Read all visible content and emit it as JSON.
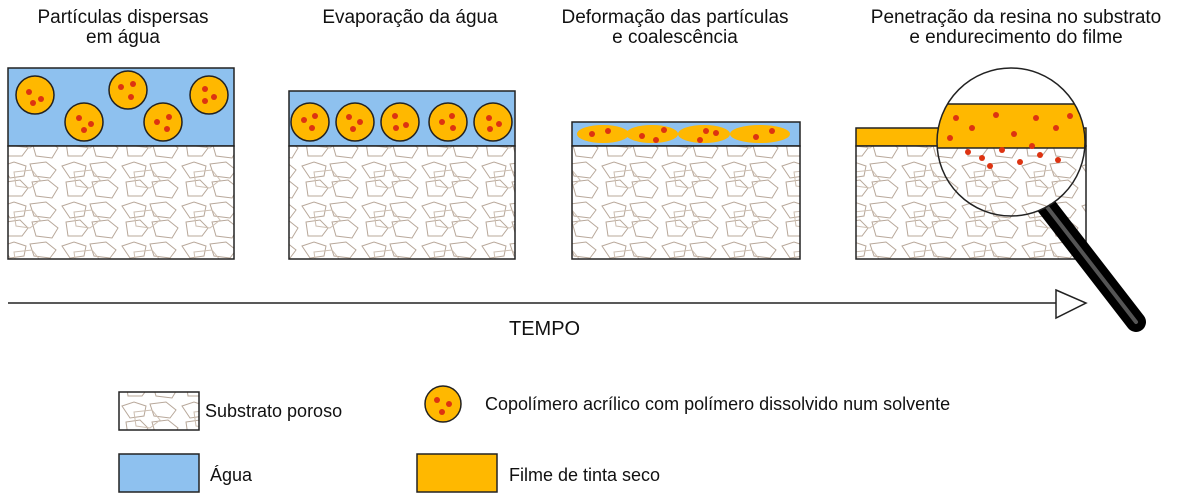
{
  "stages": [
    {
      "title_line1": "Partículas dispersas",
      "title_line2": "em água"
    },
    {
      "title_line1": "Evaporação da água",
      "title_line2": ""
    },
    {
      "title_line1": "Deformação das partículas",
      "title_line2": "e coalescência"
    },
    {
      "title_line1": "Penetração da resina no substrato",
      "title_line2": "e endurecimento do filme"
    }
  ],
  "timeline": {
    "label": "TEMPO"
  },
  "legend": [
    {
      "label": "Substrato poroso",
      "swatch": "substrate"
    },
    {
      "label": "Copolímero acrílico com polímero dissolvido num solvente",
      "swatch": "particle"
    },
    {
      "label": "Água",
      "swatch": "water"
    },
    {
      "label": "Filme de tinta seco",
      "swatch": "film"
    }
  ],
  "colors": {
    "water": "#8ec1ef",
    "film": "#ffb800",
    "particle": "#ffb800",
    "dot": "#dd3311",
    "substrate_line": "#b8a89a",
    "outline": "#222222"
  }
}
